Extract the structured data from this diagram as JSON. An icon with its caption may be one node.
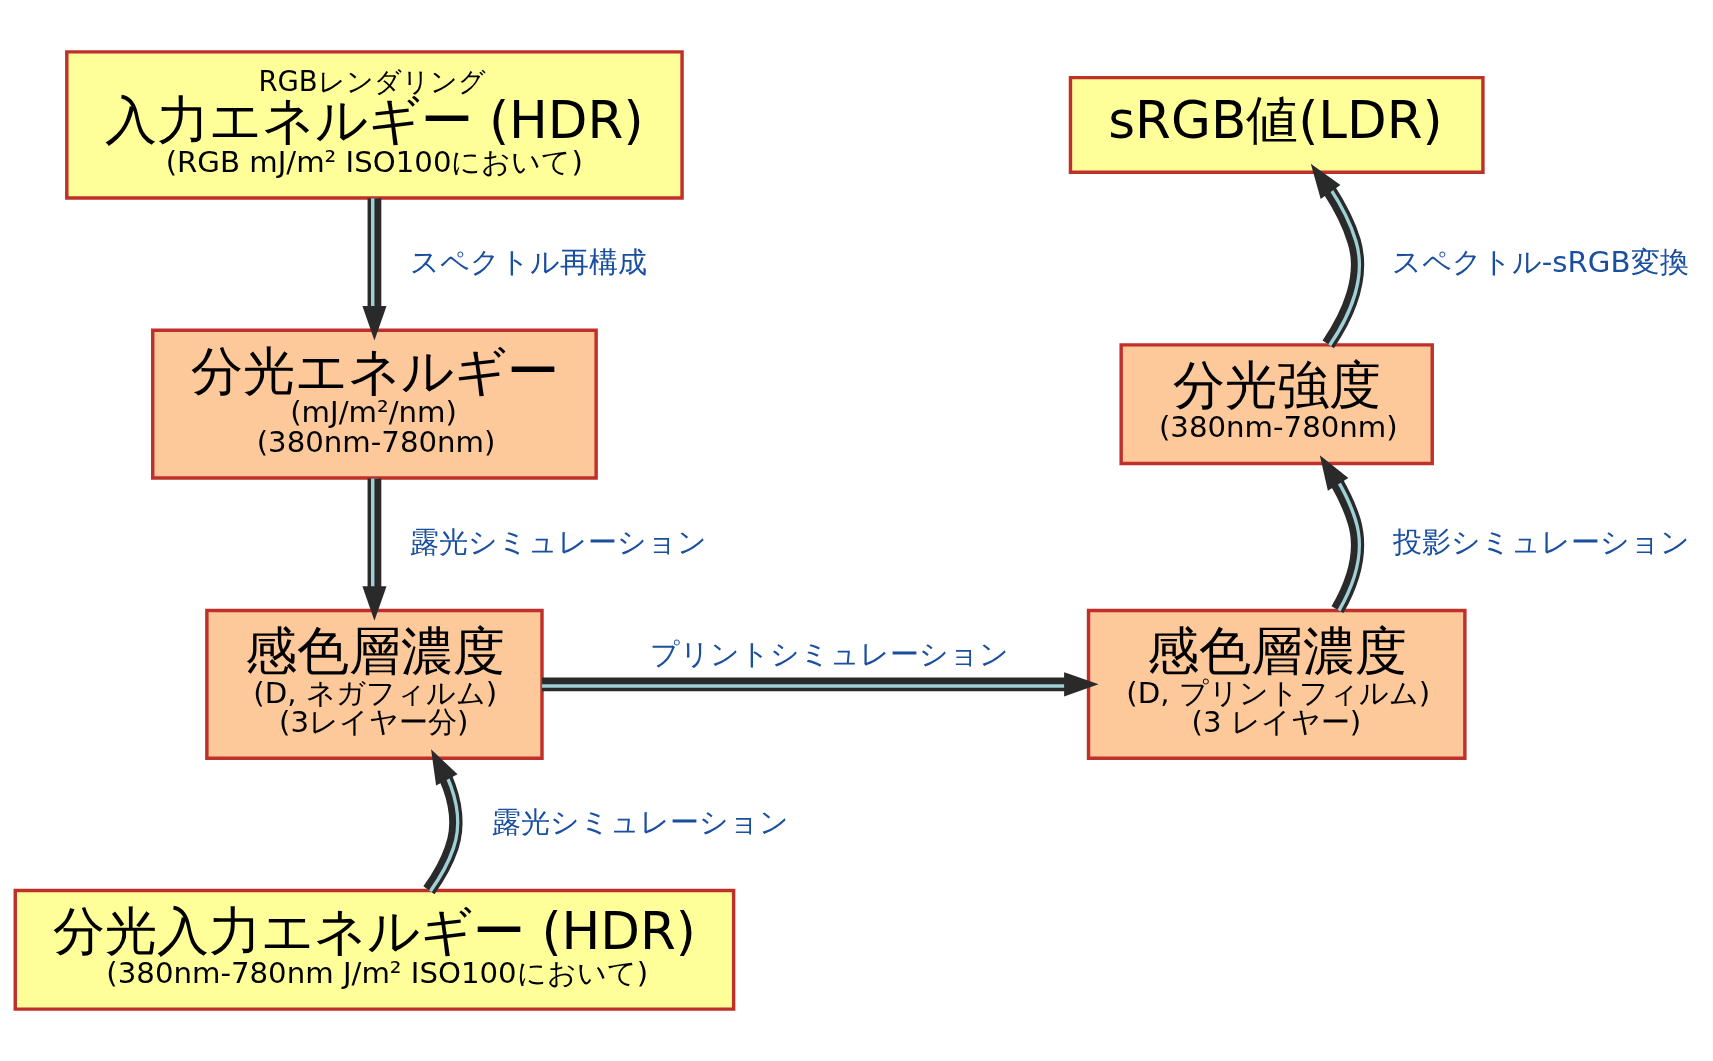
{
  "diagram": {
    "nodes": [
      {
        "text": [
          "RGBレンダリング",
          "入力エネルギー (HDR)",
          "(RGB mJ/m² ISO100において)"
        ]
      },
      {
        "text": [
          "分光エネルギー",
          "(mJ/m²/nm)",
          "(380nm-780nm)"
        ]
      },
      {
        "text": [
          "感色層濃度",
          "(D, ネガフィルム)",
          "(3レイヤー分)"
        ]
      },
      {
        "text": [
          "分光入力エネルギー (HDR)",
          "(380nm-780nm J/m² ISO100において)"
        ]
      },
      {
        "text": [
          "感色層濃度",
          "(D, プリントフィルム)",
          "(3 レイヤー)"
        ]
      },
      {
        "text": [
          "分光強度",
          "(380nm-780nm)"
        ]
      },
      {
        "text": [
          "sRGB値(LDR)"
        ]
      }
    ],
    "edges": [
      {
        "from": 0,
        "to": 1,
        "arrow": "to",
        "label": "スペクトル再構成"
      },
      {
        "from": 1,
        "to": 2,
        "arrow": "to",
        "label": "露光シミュレーション"
      },
      {
        "from": 3,
        "to": 2,
        "arrow": "to",
        "label": "露光シミュレーション"
      },
      {
        "from": 2,
        "to": 4,
        "arrow": "to",
        "label": "プリントシミュレーション"
      },
      {
        "from": 4,
        "to": 5,
        "arrow": "to",
        "label": "投影シミュレーション"
      },
      {
        "from": 5,
        "to": 6,
        "arrow": "to",
        "label": "スペクトル-sRGB変換"
      }
    ]
  }
}
